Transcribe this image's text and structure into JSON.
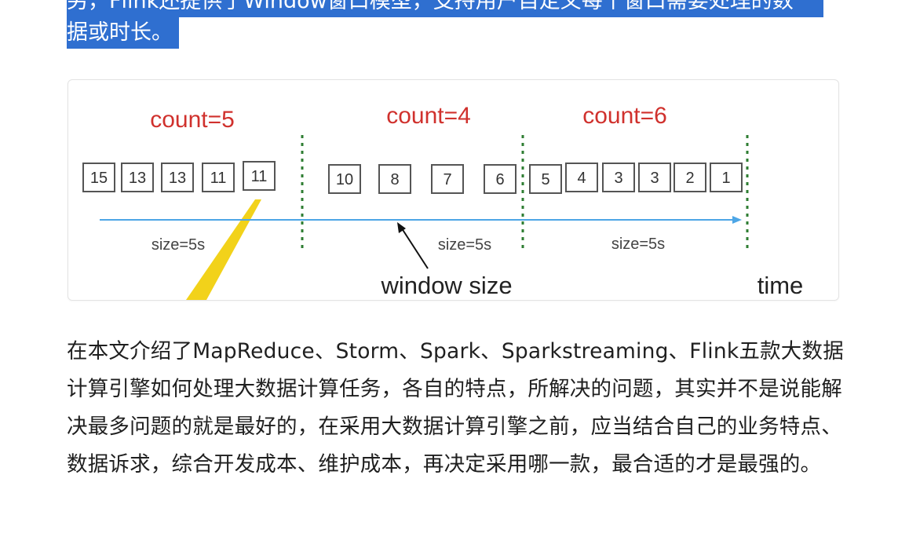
{
  "header_highlight": {
    "line1": "另，Flink还提供了Window窗口模型，支持用户自定义每个窗口需要处理的数",
    "line2": "据或时长。"
  },
  "figure": {
    "counts": [
      "count=5",
      "count=4",
      "count=6"
    ],
    "window_sizes": [
      "size=5s",
      "size=5s",
      "size=5s"
    ],
    "window1_events": [
      "15",
      "13",
      "13",
      "11",
      "11"
    ],
    "window2_events": [
      "10",
      "8",
      "7",
      "6"
    ],
    "window3_events": [
      "5",
      "4",
      "3",
      "3",
      "2",
      "1"
    ],
    "annotation": "window size",
    "axis_label": "time",
    "colors": {
      "count_text": "#d0312d",
      "time_axis": "#4da6e6",
      "window_divider": "#2e7d32",
      "pen_stroke": "#f2d21a"
    }
  },
  "paragraph": {
    "text": "在本文介绍了MapReduce、Storm、Spark、Sparkstreaming、Flink五款大数据计算引擎如何处理大数据计算任务，各自的特点，所解决的问题，其实并不是说能解决最多问题的就是最好的，在采用大数据计算引擎之前，应当结合自己的业务特点、数据诉求，综合开发成本、维护成本，再决定采用哪一款，最合适的才是最强的。"
  }
}
